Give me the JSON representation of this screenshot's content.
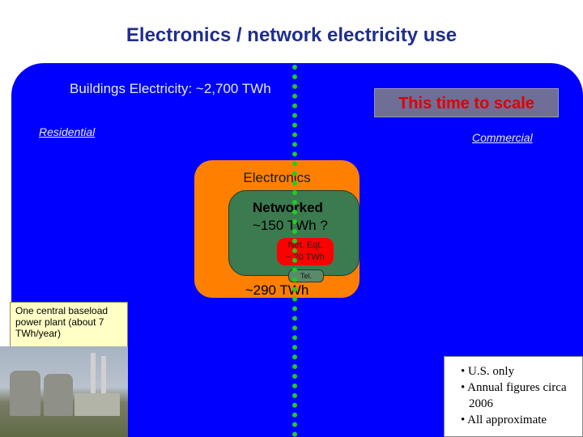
{
  "title": "Electronics / network electricity use",
  "buildings_label": "Buildings Electricity: ~2,700 TWh",
  "to_scale_label": "This time to scale",
  "residential_label": "Residential",
  "commercial_label": "Commercial",
  "electronics": {
    "label": "Electronics",
    "total": "~290 TWh"
  },
  "networked": {
    "line1": "Networked",
    "line2": "~150 TWh ?"
  },
  "net_eqt": {
    "line1": "Net. Eqt.",
    "line2": "~ 20 TWh"
  },
  "tel_label": "Tel.",
  "plant_note": "One central baseload power plant (about 7 TWh/year)",
  "notes": [
    "• U.S. only",
    "• Annual figures circa 2006",
    "• All approximate"
  ],
  "colors": {
    "title": "#1f2e8f",
    "background_area": "#0000ff",
    "electronics": "#ff8000",
    "networked": "#3c7a50",
    "net_eqt": "#ff0000",
    "divider": "#22cc22",
    "to_scale_text": "#e00000"
  }
}
